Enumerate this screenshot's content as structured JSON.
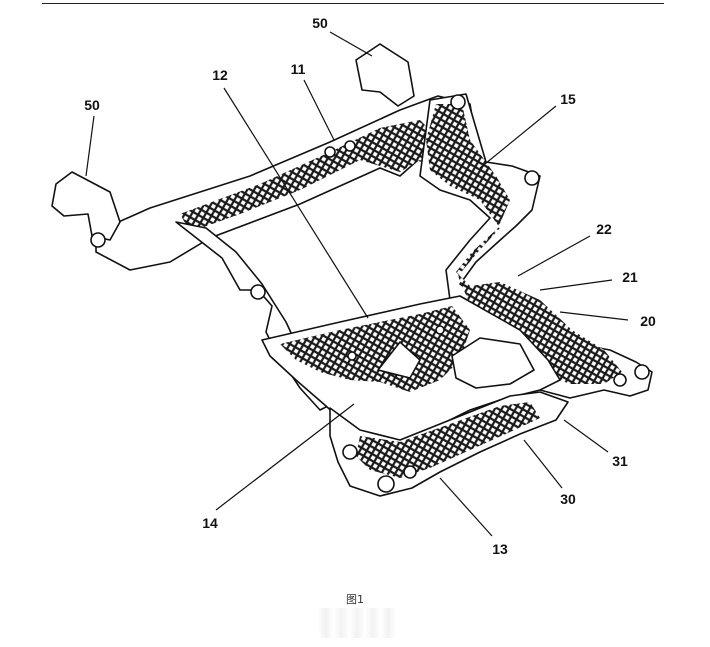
{
  "figure": {
    "caption": "图1",
    "callouts": [
      {
        "id": "c50a",
        "label": "50"
      },
      {
        "id": "c50b",
        "label": "50"
      },
      {
        "id": "c12",
        "label": "12"
      },
      {
        "id": "c11",
        "label": "11"
      },
      {
        "id": "c15",
        "label": "15"
      },
      {
        "id": "c22",
        "label": "22"
      },
      {
        "id": "c21",
        "label": "21"
      },
      {
        "id": "c20",
        "label": "20"
      },
      {
        "id": "c31",
        "label": "31"
      },
      {
        "id": "c30",
        "label": "30"
      },
      {
        "id": "c13",
        "label": "13"
      },
      {
        "id": "c14",
        "label": "14"
      }
    ]
  },
  "colors": {
    "line": "#111111",
    "mesh": "#1a1a1a",
    "fill": "#ffffff"
  }
}
